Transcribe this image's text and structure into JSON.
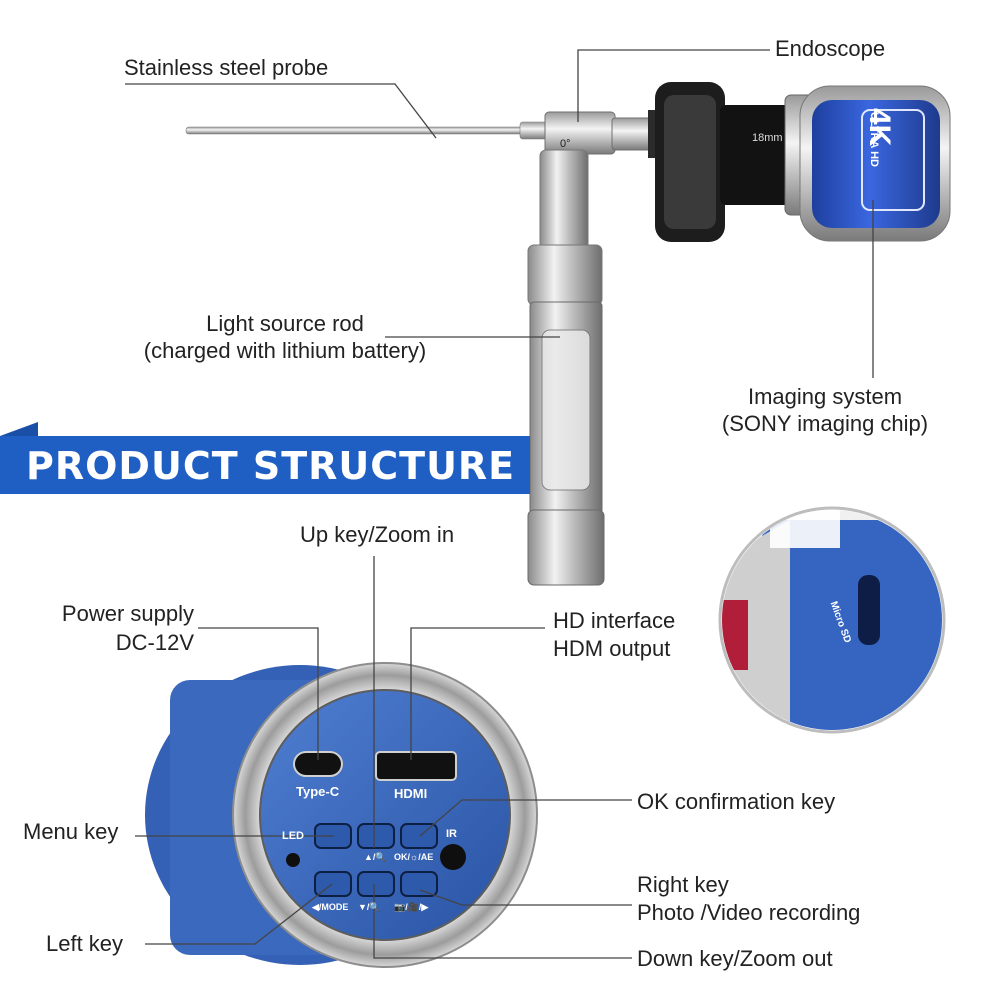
{
  "banner": {
    "title": "PRODUCT STRUCTURE"
  },
  "labels": {
    "stainless_steel_probe": "Stainless steel probe",
    "endoscope": "Endoscope",
    "light_source_line1": "Light source rod",
    "light_source_line2": "(charged with lithium battery)",
    "imaging_line1": "Imaging system",
    "imaging_line2": "(SONY imaging chip)",
    "up_key": "Up key/Zoom in",
    "power_line1": "Power supply",
    "power_line2": "DC-12V",
    "hd_line1": "HD interface",
    "hd_line2": "HDM output",
    "ok_key": "OK confirmation key",
    "menu_key": "Menu key",
    "right_line1": "Right key",
    "right_line2": "Photo /Video recording",
    "left_key": "Left key",
    "down_key": "Down key/Zoom out"
  },
  "device": {
    "camera_badge": "4K",
    "camera_sub": "ULTRA HD",
    "camera_size": "18mm",
    "lens_angle": "0°",
    "port_typec": "Type-C",
    "port_hdmi": "HDMI",
    "led": "LED",
    "ir": "IR",
    "btn_up": "▲/🔍",
    "btn_ok": "OK/☼/AE",
    "btn_mode": "◀/MODE",
    "btn_down": "▼/🔍",
    "btn_rec": "📷/🎥/▶",
    "micro_sd": "Micro SD"
  },
  "colors": {
    "banner": "#1f5fc4",
    "device_blue": "#2f5fb3",
    "camera_blue": "#2a52c9"
  }
}
